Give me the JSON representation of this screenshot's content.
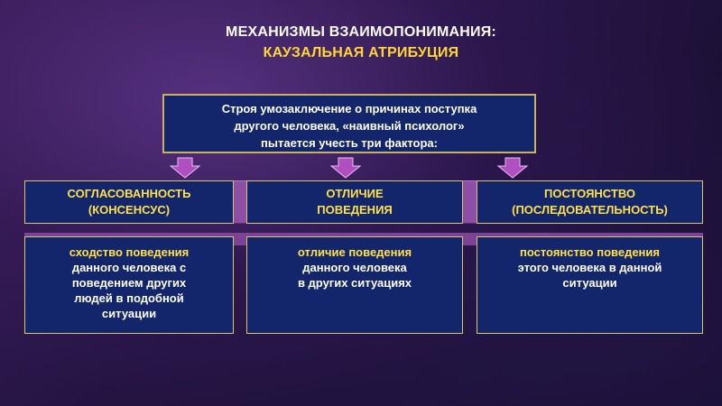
{
  "title": {
    "line1": "МЕХАНИЗМЫ ВЗАИМОПОНИМАНИЯ:",
    "line2": "КАУЗАЛЬНАЯ АТРИБУЦИЯ"
  },
  "intro": {
    "lines": [
      "Строя умозаключение о причинах поступка",
      "другого человека, «наивный психолог»",
      "пытается учесть три фактора:"
    ]
  },
  "factors": [
    {
      "heading": [
        "СОГЛАСОВАННОСТЬ",
        "(КОНСЕНСУС)"
      ],
      "lead": "сходство поведения",
      "lines": [
        "данного человека с",
        "поведением других",
        "людей в подобной",
        "ситуации"
      ]
    },
    {
      "heading": [
        "ОТЛИЧИЕ",
        "ПОВЕДЕНИЯ"
      ],
      "lead": "отличие поведения",
      "lines": [
        "данного человека",
        "в других ситуациях"
      ]
    },
    {
      "heading": [
        "ПОСТОЯНСТВО",
        "(ПОСЛЕДОВАТЕЛЬНОСТЬ)"
      ],
      "lead": "постоянство поведения",
      "lines": [
        "этого человека в данной",
        "ситуации"
      ]
    }
  ],
  "colors": {
    "accent": "#ffe14a",
    "box_fill": "#13256b",
    "box_border": "#dcc46a",
    "band": "#8d4fa6",
    "arrow": "#b04fc0"
  },
  "icons": [
    "arrow-down-icon",
    "arrow-down-icon",
    "arrow-down-icon"
  ]
}
